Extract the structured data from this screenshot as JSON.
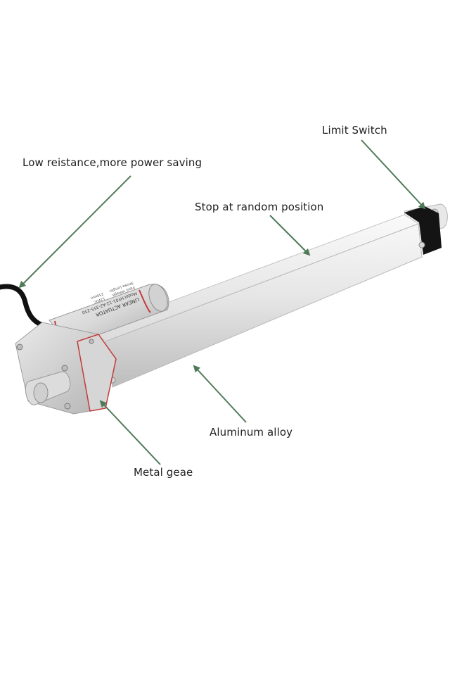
{
  "callouts": {
    "limit_switch": "Limit Switch",
    "low_resistance": "Low reistance,more power saving",
    "stop_position": "Stop at random position",
    "aluminum": "Aluminum alloy",
    "metal_gear": "Metal geae"
  },
  "motor_label": {
    "line1": "LINEAR ACTUATOR",
    "line2": "Model:HF01-12-A2-355-250",
    "line3": "Input Voltage:",
    "line4": "12VDC",
    "line5": "Stroke Length:",
    "line6": "250mm"
  },
  "colors": {
    "arrow": "#4f7a58",
    "label_text": "#1f1f1f",
    "tube_light": "#ededed",
    "tube_shadow": "#c9c9c9",
    "cable": "#111111"
  }
}
